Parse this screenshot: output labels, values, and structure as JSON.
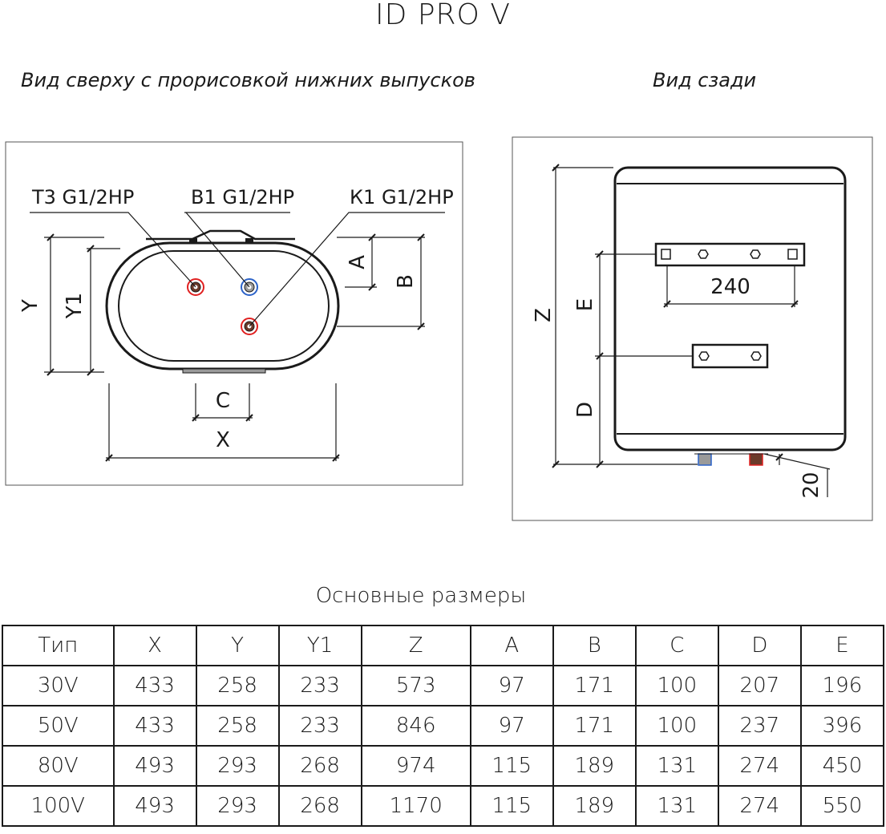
{
  "title": "ID PRO V",
  "top_view": {
    "caption": "Вид сверху с прорисовкой нижних выпусков",
    "outlets": [
      "Т3 G1/2НР",
      "В1 G1/2НР",
      "К1 G1/2НР"
    ],
    "dims": {
      "a": "A",
      "b": "B",
      "y": "Y",
      "y1": "Y1",
      "c": "C",
      "x": "X"
    }
  },
  "rear_view": {
    "caption": "Вид сзади",
    "dims": {
      "z": "Z",
      "e": "E",
      "d": "D",
      "bracket": "240",
      "pipe": "20"
    }
  },
  "table": {
    "caption": "Основные размеры",
    "headers": [
      "Тип",
      "X",
      "Y",
      "Y1",
      "Z",
      "A",
      "B",
      "C",
      "D",
      "E"
    ],
    "rows": [
      [
        "30V",
        "433",
        "258",
        "233",
        "573",
        "97",
        "171",
        "100",
        "207",
        "196"
      ],
      [
        "50V",
        "433",
        "258",
        "233",
        "846",
        "97",
        "171",
        "100",
        "237",
        "396"
      ],
      [
        "80V",
        "493",
        "293",
        "268",
        "974",
        "115",
        "189",
        "131",
        "274",
        "450"
      ],
      [
        "100V",
        "493",
        "293",
        "268",
        "1170",
        "115",
        "189",
        "131",
        "274",
        "550"
      ]
    ]
  },
  "colors": {
    "hot": "#e02020",
    "cold": "#2b62c8",
    "line": "#1a1a1a"
  }
}
